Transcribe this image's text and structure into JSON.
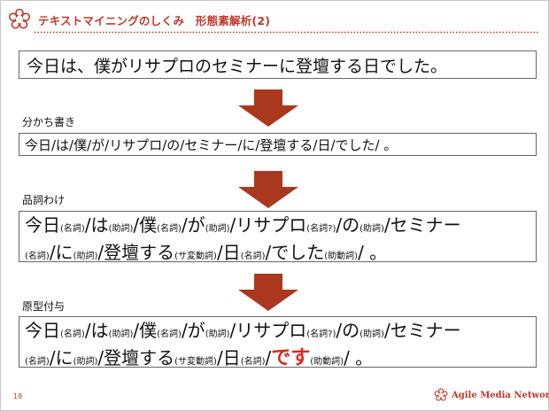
{
  "header": {
    "title": "テキストマイニングのしくみ　形態素解析(2)"
  },
  "sentence": "今日は、僕がリサプロのセミナーに登壇する日でした。",
  "steps": {
    "tokenize": {
      "label": "分かち書き",
      "text": "今日/は/僕/が/リサプロ/の/セミナー/に/登壇する/日/でした/ 。"
    },
    "pos": {
      "label": "品詞わけ",
      "line1": [
        {
          "w": "今日",
          "t": "(名詞)"
        },
        {
          "w": "/は",
          "t": "(助詞)"
        },
        {
          "w": "/僕",
          "t": "(名詞)"
        },
        {
          "w": "/が",
          "t": "(助詞)"
        },
        {
          "w": "/リサプロ",
          "t": "(名詞?)"
        },
        {
          "w": "/の",
          "t": "(助詞)"
        },
        {
          "w": "/セミナー",
          "t": ""
        }
      ],
      "line2": [
        {
          "w": "",
          "t": "(名詞)"
        },
        {
          "w": "/に",
          "t": "(助詞)"
        },
        {
          "w": "/登壇する",
          "t": "(サ変動詞)"
        },
        {
          "w": "/日",
          "t": "(名詞)"
        },
        {
          "w": "/でした",
          "t": "(助動詞)"
        },
        {
          "w": "/ 。",
          "t": ""
        }
      ]
    },
    "lemma": {
      "label": "原型付与",
      "line1": [
        {
          "w": "今日",
          "t": "(名詞)"
        },
        {
          "w": "/は",
          "t": "(助詞)"
        },
        {
          "w": "/僕",
          "t": "(名詞)"
        },
        {
          "w": "/が",
          "t": "(助詞)"
        },
        {
          "w": "/リサプロ",
          "t": "(名詞?)"
        },
        {
          "w": "/の",
          "t": "(助詞)"
        },
        {
          "w": "/セミナー",
          "t": ""
        }
      ],
      "line2_parts": {
        "t0": "(名詞)",
        "w1": "/に",
        "t1": "(助詞)",
        "w2": "/登壇する",
        "t2": "(サ変動詞)",
        "w3": "/日",
        "t3": "(名詞)",
        "slash": "/",
        "lemma": "です",
        "t4": "(助動詞)",
        "end": "/ 。"
      }
    }
  },
  "footer": {
    "page_number": "18",
    "brand": "Agile Media Network"
  },
  "colors": {
    "accent": "#c0392b",
    "arrow": "#a9381f",
    "highlight": "#e0261c"
  }
}
